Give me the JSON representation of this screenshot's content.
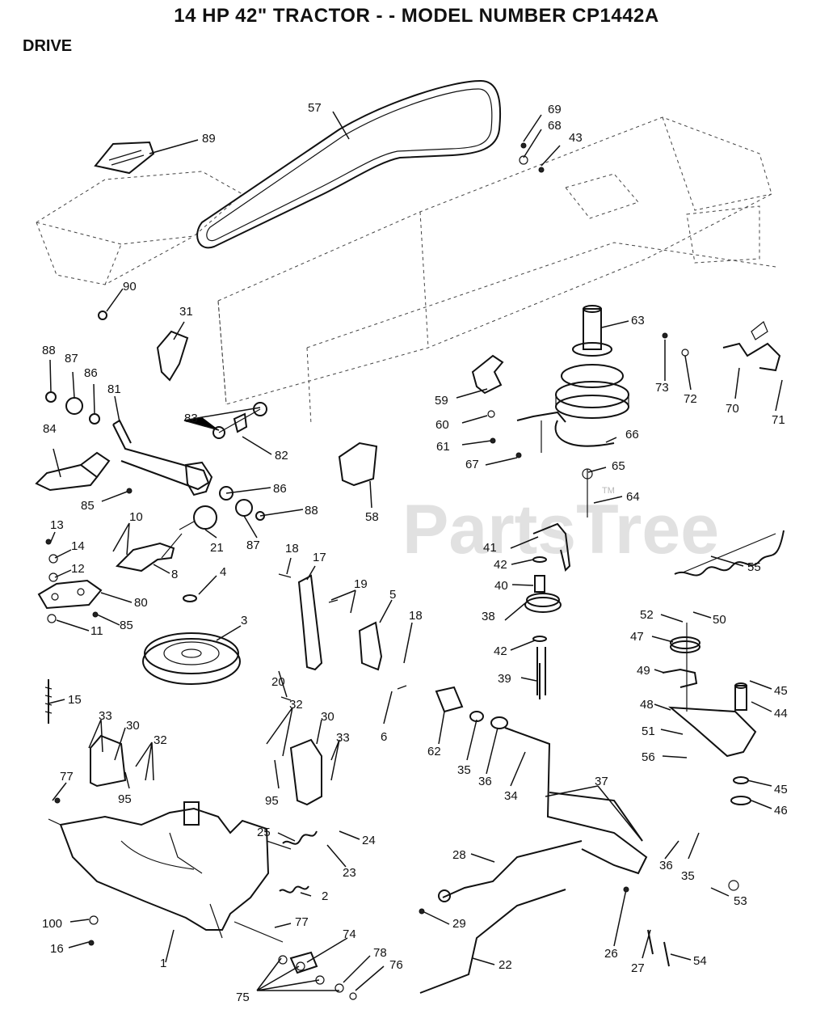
{
  "header": {
    "title": "14 HP 42\" TRACTOR - - MODEL NUMBER CP1442A",
    "section": "DRIVE"
  },
  "watermark": {
    "text": "PartsTree",
    "trademark": "TM"
  },
  "callouts": [
    {
      "id": "57"
    },
    {
      "id": "69"
    },
    {
      "id": "68"
    },
    {
      "id": "43"
    },
    {
      "id": "89"
    },
    {
      "id": "90"
    },
    {
      "id": "31"
    },
    {
      "id": "63"
    },
    {
      "id": "73"
    },
    {
      "id": "72"
    },
    {
      "id": "70"
    },
    {
      "id": "71"
    },
    {
      "id": "88"
    },
    {
      "id": "87"
    },
    {
      "id": "86"
    },
    {
      "id": "81"
    },
    {
      "id": "83"
    },
    {
      "id": "82"
    },
    {
      "id": "59"
    },
    {
      "id": "60"
    },
    {
      "id": "61"
    },
    {
      "id": "66"
    },
    {
      "id": "67"
    },
    {
      "id": "65"
    },
    {
      "id": "84"
    },
    {
      "id": "85"
    },
    {
      "id": "10"
    },
    {
      "id": "86"
    },
    {
      "id": "88"
    },
    {
      "id": "87"
    },
    {
      "id": "21"
    },
    {
      "id": "58"
    },
    {
      "id": "64"
    },
    {
      "id": "13"
    },
    {
      "id": "14"
    },
    {
      "id": "12"
    },
    {
      "id": "8"
    },
    {
      "id": "80"
    },
    {
      "id": "85"
    },
    {
      "id": "41"
    },
    {
      "id": "42"
    },
    {
      "id": "40"
    },
    {
      "id": "55"
    },
    {
      "id": "18"
    },
    {
      "id": "17"
    },
    {
      "id": "19"
    },
    {
      "id": "5"
    },
    {
      "id": "18"
    },
    {
      "id": "4"
    },
    {
      "id": "3"
    },
    {
      "id": "38"
    },
    {
      "id": "42"
    },
    {
      "id": "39"
    },
    {
      "id": "52"
    },
    {
      "id": "50"
    },
    {
      "id": "47"
    },
    {
      "id": "49"
    },
    {
      "id": "11"
    },
    {
      "id": "20"
    },
    {
      "id": "6"
    },
    {
      "id": "45"
    },
    {
      "id": "44"
    },
    {
      "id": "48"
    },
    {
      "id": "51"
    },
    {
      "id": "56"
    },
    {
      "id": "15"
    },
    {
      "id": "33"
    },
    {
      "id": "30"
    },
    {
      "id": "32"
    },
    {
      "id": "32"
    },
    {
      "id": "30"
    },
    {
      "id": "33"
    },
    {
      "id": "62"
    },
    {
      "id": "35"
    },
    {
      "id": "36"
    },
    {
      "id": "34"
    },
    {
      "id": "77"
    },
    {
      "id": "95"
    },
    {
      "id": "95"
    },
    {
      "id": "37"
    },
    {
      "id": "45"
    },
    {
      "id": "46"
    },
    {
      "id": "25"
    },
    {
      "id": "24"
    },
    {
      "id": "23"
    },
    {
      "id": "28"
    },
    {
      "id": "36"
    },
    {
      "id": "35"
    },
    {
      "id": "2"
    },
    {
      "id": "53"
    },
    {
      "id": "100"
    },
    {
      "id": "77"
    },
    {
      "id": "29"
    },
    {
      "id": "16"
    },
    {
      "id": "1"
    },
    {
      "id": "74"
    },
    {
      "id": "26"
    },
    {
      "id": "27"
    },
    {
      "id": "54"
    },
    {
      "id": "78"
    },
    {
      "id": "76"
    },
    {
      "id": "22"
    },
    {
      "id": "75"
    }
  ]
}
